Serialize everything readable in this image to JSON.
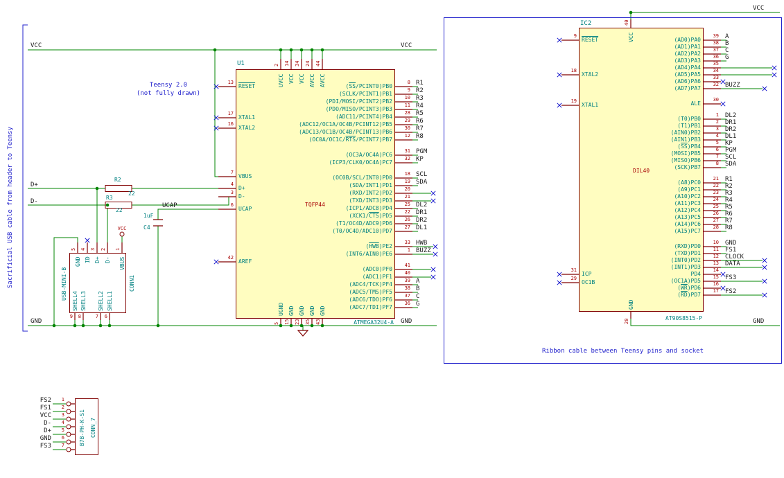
{
  "notes": {
    "side_note": "Sacrificial USB cable from header to Teensy",
    "teensy_line1": "Teensy 2.0",
    "teensy_line2": "(not fully drawn)",
    "ribbon_note": "Ribbon cable between Teensy pins and socket"
  },
  "labels": {
    "vcc": "VCC",
    "gnd": "GND",
    "dplus": "D+",
    "dminus": "D-",
    "ucap": "UCAP"
  },
  "colors": {
    "wire": "#008400",
    "outline": "#800000",
    "pin_number": "#a80000",
    "pin_name": "#008080",
    "net_label": "#1a1a1a",
    "note": "#2222cc",
    "no_connect": "#1414cc",
    "body_fill": "#fffdc0"
  },
  "u1": {
    "reference": "U1",
    "footprint": "TQFP44",
    "part": "ATMEGA32U4-A",
    "left_pins": [
      {
        "num": "13",
        "name": "~RESET~",
        "nc": true
      },
      {
        "num": "17",
        "name": "XTAL1",
        "nc": true
      },
      {
        "num": "16",
        "name": "XTAL2",
        "nc": true
      },
      {
        "num": "7",
        "name": "VBUS"
      },
      {
        "num": "4",
        "name": "D+"
      },
      {
        "num": "3",
        "name": "D-"
      },
      {
        "num": "6",
        "name": "UCAP"
      },
      {
        "num": "42",
        "name": "AREF",
        "nc": true
      }
    ],
    "top_pins": [
      {
        "num": "2",
        "name": "UVCC"
      },
      {
        "num": "14",
        "name": "VCC"
      },
      {
        "num": "34",
        "name": "VCC"
      },
      {
        "num": "24",
        "name": "AVCC"
      },
      {
        "num": "44",
        "name": "AVCC"
      }
    ],
    "bottom_pins": [
      {
        "num": "5",
        "name": "UGND"
      },
      {
        "num": "15",
        "name": "GND"
      },
      {
        "num": "23",
        "name": "GND"
      },
      {
        "num": "35",
        "name": "GND"
      },
      {
        "num": "43",
        "name": "GND"
      }
    ],
    "right_groups": [
      [
        {
          "num": "8",
          "name": "(~SS~/PCINT0)PB0",
          "label": "R1"
        },
        {
          "num": "9",
          "name": "(SCLK/PCINT1)PB1",
          "label": "R2"
        },
        {
          "num": "10",
          "name": "(PDI/MOSI/PCINT2)PB2",
          "label": "R3"
        },
        {
          "num": "11",
          "name": "(PDO/MISO/PCINT3)PB3",
          "label": "R4"
        },
        {
          "num": "28",
          "name": "(ADC11/PCINT4)PB4",
          "label": "R5"
        },
        {
          "num": "29",
          "name": "(ADC12/OC1A/OC4B/PCINT12)PB5",
          "label": "R6"
        },
        {
          "num": "30",
          "name": "(ADC13/OC1B/OC4B/PCINT13)PB6",
          "label": "R7"
        },
        {
          "num": "12",
          "name": "(OC0A/OC1C/~RTS~/PCINT7)PB7",
          "label": "R8"
        }
      ],
      [
        {
          "num": "31",
          "name": "(OC3A/OC4A)PC6",
          "label": "PGM"
        },
        {
          "num": "32",
          "name": "(ICP3/CLK0/OC4A)PC7",
          "label": "KP"
        }
      ],
      [
        {
          "num": "18",
          "name": "(OC0B/SCL/INT0)PD0",
          "label": "SCL"
        },
        {
          "num": "19",
          "name": "(SDA/INT1)PD1",
          "label": "SDA"
        },
        {
          "num": "20",
          "name": "(RXD/INT2)PD2",
          "nc_wire": true
        },
        {
          "num": "21",
          "name": "(TXD/INT3)PD3",
          "nc_wire": true
        },
        {
          "num": "25",
          "name": "(ICP1/ADC8)PD4",
          "label": "DL2"
        },
        {
          "num": "22",
          "name": "(XCK1/~CTS~)PD5",
          "label": "DR1"
        },
        {
          "num": "26",
          "name": "(T1/OC4D/ADC9)PD6",
          "label": "DR2"
        },
        {
          "num": "27",
          "name": "(T0/OC4D/ADC10)PD7",
          "label": "DL1"
        }
      ],
      [
        {
          "num": "33",
          "name": "(~HWB~)PE2",
          "label": "HWB",
          "nc_after": true
        },
        {
          "num": "1",
          "name": "(INT6/AIN0)PE6",
          "label": "BUZZ",
          "nc_after": true
        }
      ],
      [
        {
          "num": "41",
          "name": "(ADC0)PF0",
          "nc_wire": true
        },
        {
          "num": "40",
          "name": "(ADC1)PF1",
          "nc_wire": true
        },
        {
          "num": "39",
          "name": "(ADC4/TCK)PF4",
          "label": "A"
        },
        {
          "num": "38",
          "name": "(ADC5/TMS)PF5",
          "label": "B"
        },
        {
          "num": "37",
          "name": "(ADC6/TDO)PF6",
          "label": "C"
        },
        {
          "num": "36",
          "name": "(ADC7/TDI)PF7",
          "label": "G"
        }
      ]
    ]
  },
  "ic2": {
    "reference": "IC2",
    "footprint": "DIL40",
    "part": "AT90S8515-P",
    "top_pin": {
      "num": "40",
      "name": "VCC"
    },
    "bottom_pin": {
      "num": "20",
      "name": "GND"
    },
    "left_pins": [
      {
        "num": "9",
        "name": "~RESET~",
        "nc": true
      },
      {
        "num": "18",
        "name": "XTAL2",
        "nc": true
      },
      {
        "num": "19",
        "name": "XTAL1",
        "nc": true
      },
      {
        "num": "31",
        "name": "ICP",
        "nc": true
      },
      {
        "num": "29",
        "name": "OC1B",
        "nc": true
      }
    ],
    "right_groups": [
      [
        {
          "num": "39",
          "name": "(AD0)PA0",
          "label": "A"
        },
        {
          "num": "38",
          "name": "(AD1)PA1",
          "label": "B"
        },
        {
          "num": "37",
          "name": "(AD2)PA2",
          "label": "C"
        },
        {
          "num": "36",
          "name": "(AD3)PA3",
          "label": "G"
        },
        {
          "num": "35",
          "name": "(AD4)PA4",
          "nc_long": true
        },
        {
          "num": "34",
          "name": "(AD5)PA5",
          "nc_long": true
        },
        {
          "num": "33",
          "name": "(AD6)PA6",
          "nc_wire": true
        },
        {
          "num": "32",
          "name": "(AD7)PA7",
          "label": "BUZZ",
          "nc_after": true
        }
      ],
      [
        {
          "num": "30",
          "name": "ALE",
          "nc_wire": true
        }
      ],
      [
        {
          "num": "1",
          "name": "(T0)PB0",
          "label": "DL2"
        },
        {
          "num": "2",
          "name": "(T1)PB1",
          "label": "DR1"
        },
        {
          "num": "3",
          "name": "(AIN0)PB2",
          "label": "DR2"
        },
        {
          "num": "4",
          "name": "(AIN1)PB3",
          "label": "DL1"
        },
        {
          "num": "5",
          "name": "(~SS~)PB4",
          "label": "KP"
        },
        {
          "num": "6",
          "name": "(MOSI)PB5",
          "label": "PGM"
        },
        {
          "num": "7",
          "name": "(MISO)PB6",
          "label": "SCL"
        },
        {
          "num": "8",
          "name": "(SCK)PB7",
          "label": "SDA"
        }
      ],
      [
        {
          "num": "21",
          "name": "(A8)PC0",
          "label": "R1"
        },
        {
          "num": "22",
          "name": "(A9)PC1",
          "label": "R2"
        },
        {
          "num": "23",
          "name": "(A10)PC2",
          "label": "R3"
        },
        {
          "num": "24",
          "name": "(A11)PC3",
          "label": "R4"
        },
        {
          "num": "25",
          "name": "(A12)PC4",
          "label": "R5"
        },
        {
          "num": "26",
          "name": "(A13)PC5",
          "label": "R6"
        },
        {
          "num": "27",
          "name": "(A14)PC6",
          "label": "R7"
        },
        {
          "num": "28",
          "name": "(A15)PC7",
          "label": "R8"
        }
      ],
      [
        {
          "num": "10",
          "name": "(RXD)PD0",
          "label": "GND"
        },
        {
          "num": "11",
          "name": "(TXD)PD1",
          "label": "FS1"
        },
        {
          "num": "12",
          "name": "(INT0)PD2",
          "label": "CLOCK",
          "nc_after": true
        },
        {
          "num": "13",
          "name": "(INT1)PD3",
          "label": "DATA",
          "nc_after": true
        },
        {
          "num": "14",
          "name": "PD4",
          "nc_wire": true
        },
        {
          "num": "15",
          "name": "(OC1A)PD5",
          "label": "FS3",
          "nc_after": true
        },
        {
          "num": "16",
          "name": "(~WR~)PD6",
          "nc_wire": true
        },
        {
          "num": "17",
          "name": "(~RD~)PD7",
          "label": "FS2",
          "nc_after": true
        }
      ]
    ]
  },
  "conn1": {
    "reference": "CONN1",
    "value": "USB-MINI-B",
    "vbus_power": "VCC",
    "top_pins": [
      {
        "num": "5",
        "name": "GND"
      },
      {
        "num": "4",
        "name": "ID",
        "nc": true
      },
      {
        "num": "3",
        "name": "D+"
      },
      {
        "num": "2",
        "name": "D-"
      },
      {
        "num": "1",
        "name": "VBUS"
      }
    ],
    "bottom_pins": [
      {
        "num": "9",
        "name": "SHELL4"
      },
      {
        "num": "8",
        "name": "SHELL3"
      },
      {
        "num": "7",
        "name": "SHELL2"
      },
      {
        "num": "6",
        "name": "SHELL1"
      }
    ]
  },
  "conn7": {
    "reference": "CONN_7",
    "value": "B7B-PH-K-S1",
    "pins": [
      {
        "num": "1",
        "label": "FS2"
      },
      {
        "num": "2",
        "label": "FS1"
      },
      {
        "num": "3",
        "label": "VCC"
      },
      {
        "num": "4",
        "label": "D-"
      },
      {
        "num": "5",
        "label": "D+"
      },
      {
        "num": "6",
        "label": "GND"
      },
      {
        "num": "7",
        "label": "FS3"
      }
    ]
  },
  "r2": {
    "reference": "R2",
    "value": "22"
  },
  "r3": {
    "reference": "R3",
    "value": "22"
  },
  "c4": {
    "reference": "C4",
    "value": "1uF"
  }
}
